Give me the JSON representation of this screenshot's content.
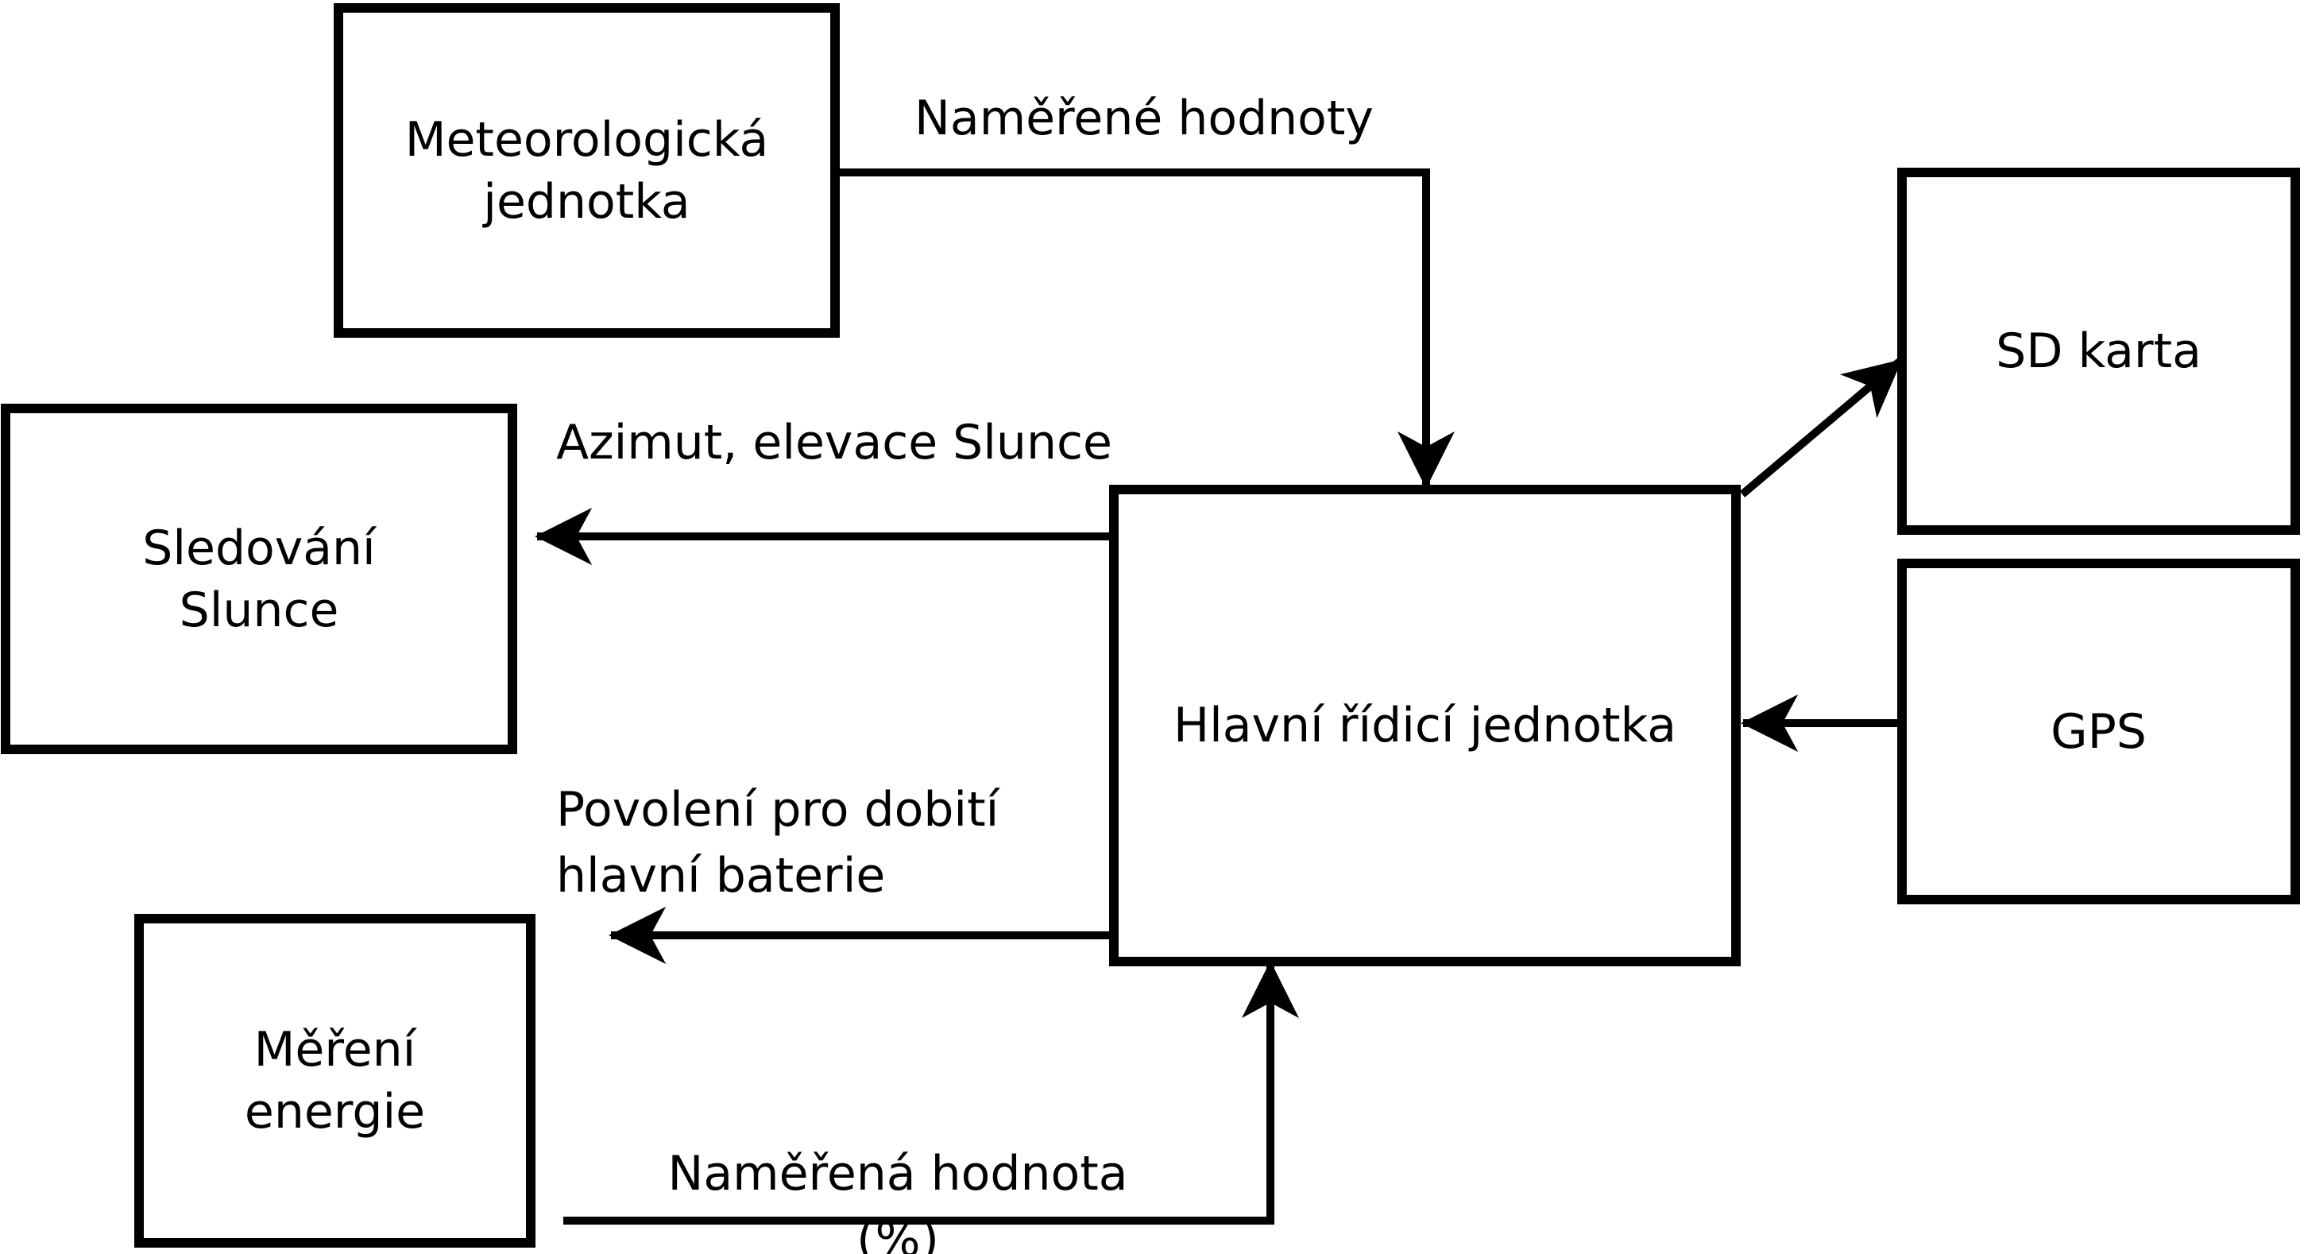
{
  "page": {
    "background": "#ffffff",
    "ink": "#000000"
  },
  "diagram": {
    "nodes": {
      "meteo": {
        "label": "Meteorologická\njednotka"
      },
      "sledovani": {
        "label": "Sledování\nSlunce"
      },
      "mereni": {
        "label": "Měření\nenergie"
      },
      "hlavni": {
        "label": "Hlavní řídicí jednotka"
      },
      "sd": {
        "label": "SD karta"
      },
      "gps": {
        "label": "GPS"
      }
    },
    "edges": [
      {
        "from": "meteo",
        "to": "hlavni",
        "label": "Naměřené hodnoty"
      },
      {
        "from": "hlavni",
        "to": "sledovani",
        "label": "Azimut, elevace Slunce"
      },
      {
        "from": "hlavni",
        "to": "mereni",
        "label": "Povolení pro dobití\nhlavní baterie"
      },
      {
        "from": "mereni",
        "to": "hlavni",
        "label": "Naměřená hodnota (%)"
      },
      {
        "from": "hlavni",
        "to": "sd",
        "label": ""
      },
      {
        "from": "gps",
        "to": "hlavni",
        "label": ""
      }
    ]
  }
}
